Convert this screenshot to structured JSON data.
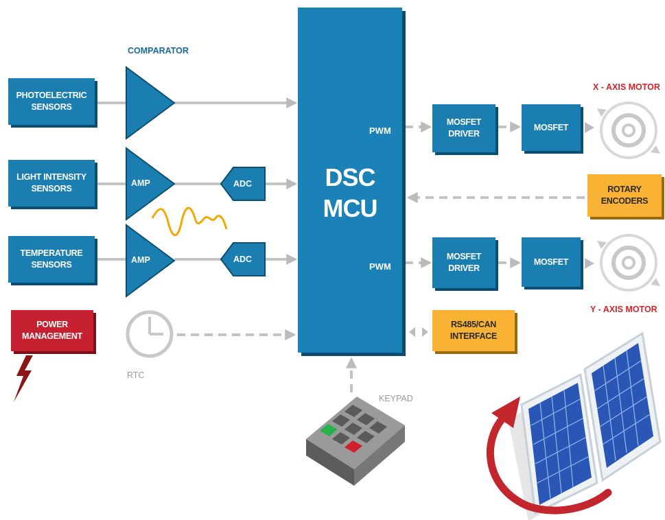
{
  "colors": {
    "block_blue": "#1a7fb0",
    "block_orange": "#f9b233",
    "block_red": "#c62031",
    "connector_grey": "#bbbbbb",
    "waveform": "#f2a800"
  },
  "labels": {
    "comparator": "COMPARATOR",
    "photoelectric": "PHOTOELECTRIC\nSENSORS",
    "light_intensity": "LIGHT INTENSITY\nSENSORS",
    "temperature": "TEMPERATURE\nSENSORS",
    "power": "POWER\nMANAGEMENT",
    "amp": "AMP",
    "adc": "ADC",
    "rtc": "RTC",
    "mcu": "DSC\nMCU",
    "pwm": "PWM",
    "mosfet_driver": "MOSFET\nDRIVER",
    "mosfet": "MOSFET",
    "x_motor": "X - AXIS MOTOR",
    "y_motor": "Y - AXIS MOTOR",
    "rotary": "ROTARY\nENCODERS",
    "rs485": "RS485/CAN\nINTERFACE",
    "keypad": "KEYPAD"
  },
  "icons": [
    "motor-icon",
    "clock-icon",
    "keypad-icon",
    "solar-panel-icon",
    "lightning-bolt-icon",
    "rotation-arrow-icon",
    "waveform-icon"
  ]
}
